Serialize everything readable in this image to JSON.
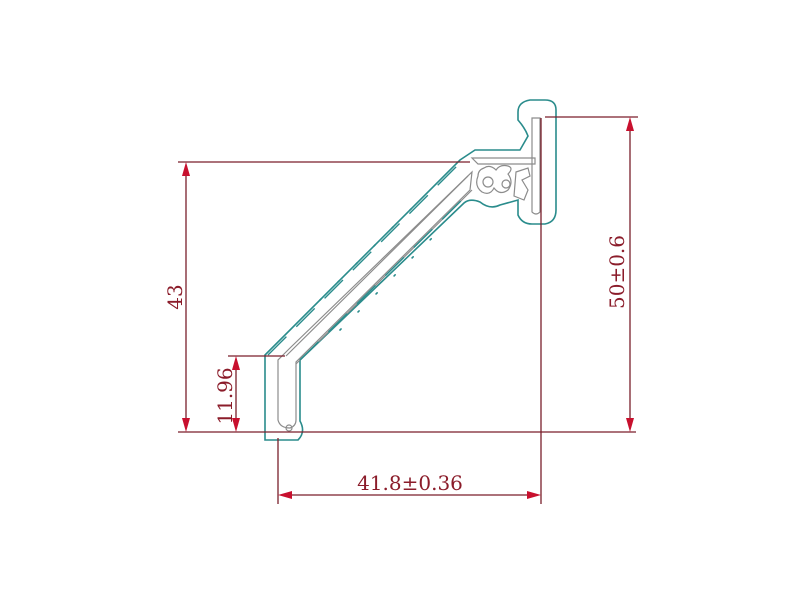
{
  "dimensions": {
    "overall_height": "43",
    "lower_leg_height": "11.96",
    "total_height": "50±0.6",
    "width": "41.8±0.36"
  },
  "colors": {
    "dimension": "#7a1f2b",
    "arrow": "#c8102e",
    "profile_outline": "#2a8c8c",
    "profile_inner": "#8c8c8c"
  }
}
